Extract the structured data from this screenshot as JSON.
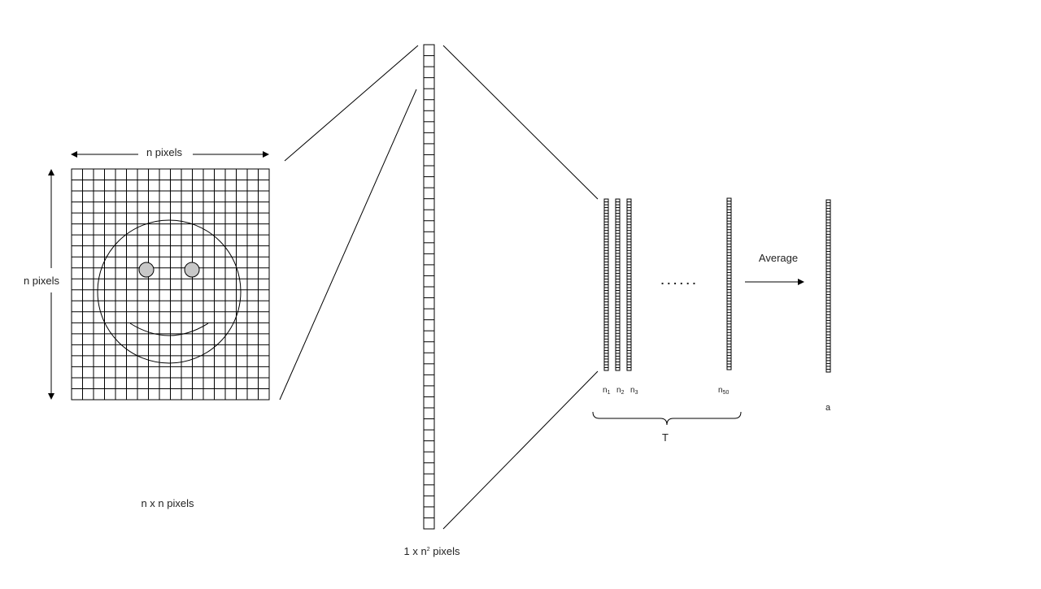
{
  "image_grid": {
    "width_label": "n pixels",
    "height_label": "n pixels",
    "caption": "n x n pixels"
  },
  "flat_vector": {
    "caption_main": "1 x n",
    "caption_sup": "2",
    "caption_tail": " pixels"
  },
  "vectors": [
    {
      "base": "n",
      "sub": "1"
    },
    {
      "base": "n",
      "sub": "2"
    },
    {
      "base": "n",
      "sub": "3"
    },
    {
      "base": "n",
      "sub": "50"
    }
  ],
  "ellipsis": ". . . . . .",
  "brace_label": "T",
  "arrow_label": "Average",
  "result_label": "a",
  "colors": {
    "stroke": "#000000",
    "eye_fill": "#c8c8c8"
  }
}
